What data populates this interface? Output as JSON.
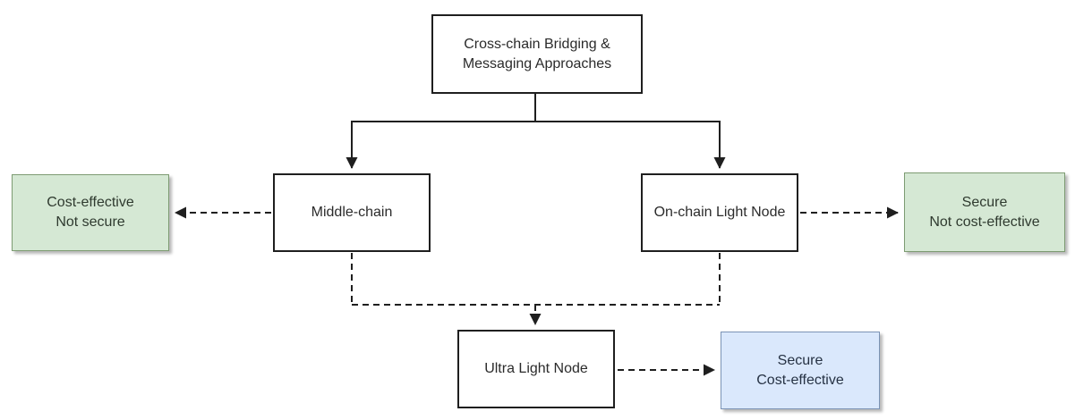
{
  "diagram": {
    "title": "Cross-chain Bridging & Messaging Approaches",
    "nodes": {
      "root": {
        "lines": [
          "Cross-chain Bridging &",
          "Messaging Approaches"
        ],
        "type": "process"
      },
      "middle_chain": {
        "label": "Middle-chain",
        "type": "process"
      },
      "onchain_light_node": {
        "label": "On-chain Light Node",
        "type": "process"
      },
      "ultra_light_node": {
        "label": "Ultra Light Node",
        "type": "process"
      },
      "cost_effective_not_secure": {
        "lines": [
          "Cost-effective",
          "Not secure"
        ],
        "type": "outcome-green"
      },
      "secure_not_cost_effective": {
        "lines": [
          "Secure",
          "Not cost-effective"
        ],
        "type": "outcome-green"
      },
      "secure_cost_effective": {
        "lines": [
          "Secure",
          "Cost-effective"
        ],
        "type": "outcome-blue"
      }
    },
    "edges": [
      {
        "from": "root",
        "to": "middle_chain",
        "style": "solid-arrow"
      },
      {
        "from": "root",
        "to": "onchain_light_node",
        "style": "solid-arrow"
      },
      {
        "from": "middle_chain",
        "to": "cost_effective_not_secure",
        "style": "dashed-arrow"
      },
      {
        "from": "onchain_light_node",
        "to": "secure_not_cost_effective",
        "style": "dashed-arrow"
      },
      {
        "from": "middle_chain",
        "to": "ultra_light_node",
        "style": "dashed-arrow"
      },
      {
        "from": "onchain_light_node",
        "to": "ultra_light_node",
        "style": "dashed-arrow"
      },
      {
        "from": "ultra_light_node",
        "to": "secure_cost_effective",
        "style": "dashed-arrow"
      }
    ],
    "colors": {
      "background": "#ffffff",
      "process_fill": "#ffffff",
      "process_border": "#1f1f1f",
      "green_fill": "#d5e8d4",
      "green_border": "#7d9b72",
      "blue_fill": "#dae8fc",
      "blue_border": "#7b93b5",
      "edge": "#1f1f1f"
    }
  }
}
